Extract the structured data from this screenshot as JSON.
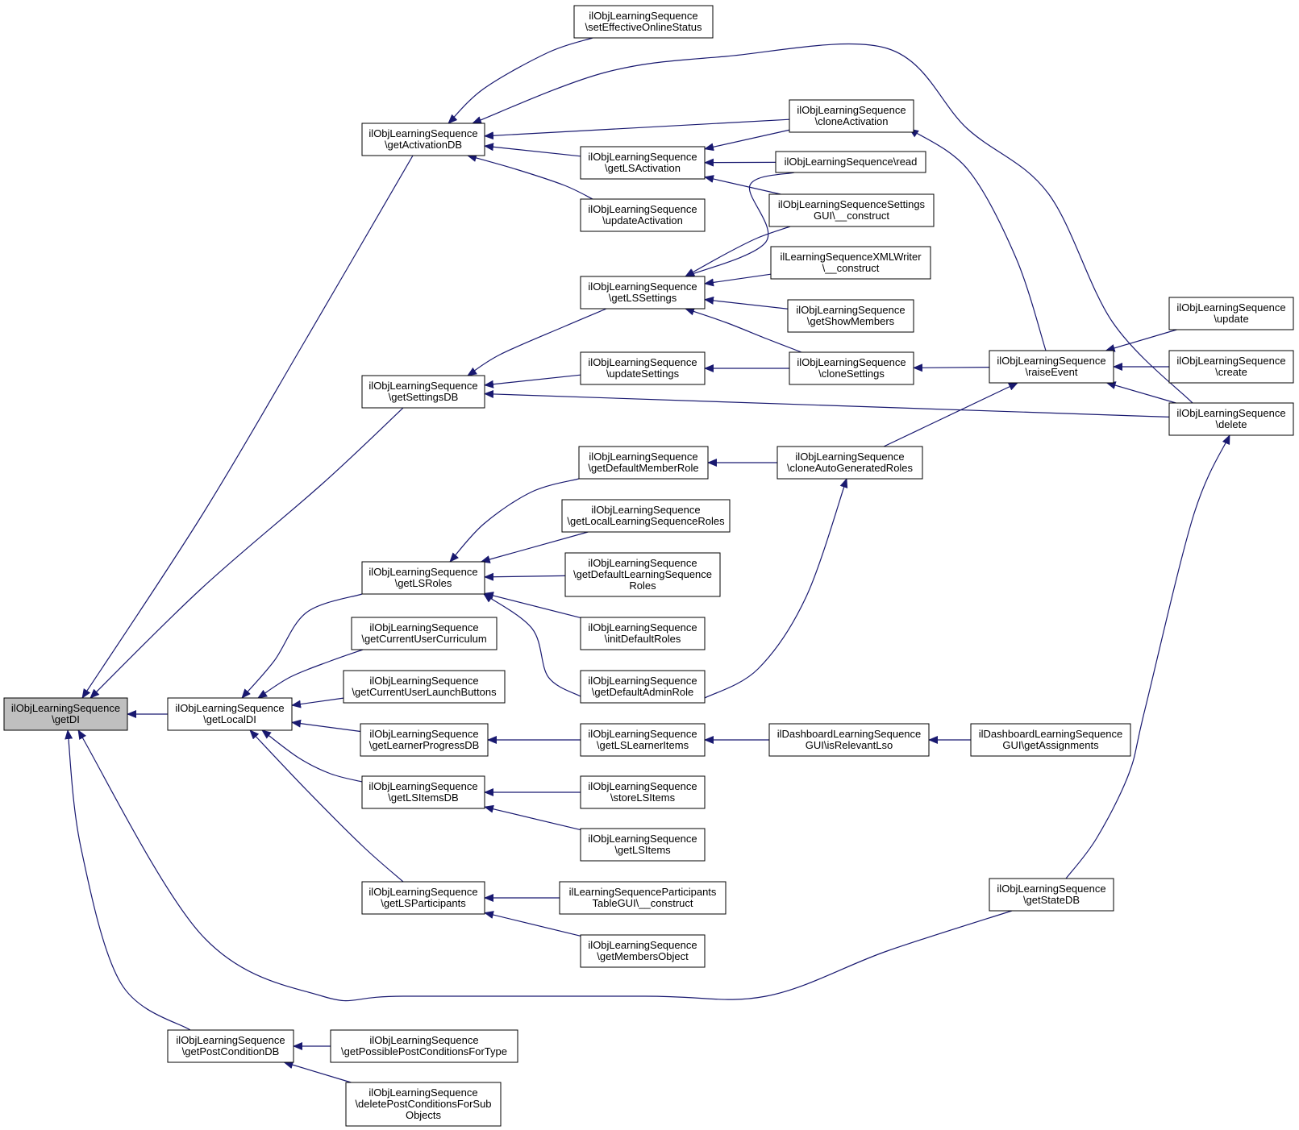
{
  "colors": {
    "edge": "#191970",
    "node_border": "#000000",
    "node_fill": "#ffffff",
    "root_fill": "#bfbfbf",
    "text": "#000000",
    "background": "#ffffff"
  },
  "nodes": [
    {
      "id": "getDI",
      "lines": [
        "ilObjLearningSequence",
        "\\getDI"
      ],
      "root": true
    },
    {
      "id": "getActivationDB",
      "lines": [
        "ilObjLearningSequence",
        "\\getActivationDB"
      ]
    },
    {
      "id": "getSettingsDB",
      "lines": [
        "ilObjLearningSequence",
        "\\getSettingsDB"
      ]
    },
    {
      "id": "getLocalDI",
      "lines": [
        "ilObjLearningSequence",
        "\\getLocalDI"
      ]
    },
    {
      "id": "getPostConditionDB",
      "lines": [
        "ilObjLearningSequence",
        "\\getPostConditionDB"
      ]
    },
    {
      "id": "getStateDB",
      "lines": [
        "ilObjLearningSequence",
        "\\getStateDB"
      ]
    },
    {
      "id": "setEffectiveOnlineStatus",
      "lines": [
        "ilObjLearningSequence",
        "\\setEffectiveOnlineStatus"
      ]
    },
    {
      "id": "cloneActivation",
      "lines": [
        "ilObjLearningSequence",
        "\\cloneActivation"
      ]
    },
    {
      "id": "getLSActivation",
      "lines": [
        "ilObjLearningSequence",
        "\\getLSActivation"
      ]
    },
    {
      "id": "updateActivation",
      "lines": [
        "ilObjLearningSequence",
        "\\updateActivation"
      ]
    },
    {
      "id": "read",
      "lines": [
        "ilObjLearningSequence\\read"
      ]
    },
    {
      "id": "settingsGUIConstruct",
      "lines": [
        "ilObjLearningSequenceSettings",
        "GUI\\__construct"
      ]
    },
    {
      "id": "getLSSettings",
      "lines": [
        "ilObjLearningSequence",
        "\\getLSSettings"
      ]
    },
    {
      "id": "xmlWriterConstruct",
      "lines": [
        "ilLearningSequenceXMLWriter",
        "\\__construct"
      ]
    },
    {
      "id": "getShowMembers",
      "lines": [
        "ilObjLearningSequence",
        "\\getShowMembers"
      ]
    },
    {
      "id": "updateSettings",
      "lines": [
        "ilObjLearningSequence",
        "\\updateSettings"
      ]
    },
    {
      "id": "cloneSettings",
      "lines": [
        "ilObjLearningSequence",
        "\\cloneSettings"
      ]
    },
    {
      "id": "raiseEvent",
      "lines": [
        "ilObjLearningSequence",
        "\\raiseEvent"
      ]
    },
    {
      "id": "update",
      "lines": [
        "ilObjLearningSequence",
        "\\update"
      ]
    },
    {
      "id": "create",
      "lines": [
        "ilObjLearningSequence",
        "\\create"
      ]
    },
    {
      "id": "delete",
      "lines": [
        "ilObjLearningSequence",
        "\\delete"
      ]
    },
    {
      "id": "getDefaultMemberRole",
      "lines": [
        "ilObjLearningSequence",
        "\\getDefaultMemberRole"
      ]
    },
    {
      "id": "cloneAutoGeneratedRoles",
      "lines": [
        "ilObjLearningSequence",
        "\\cloneAutoGeneratedRoles"
      ]
    },
    {
      "id": "getLocalLearningSequenceRoles",
      "lines": [
        "ilObjLearningSequence",
        "\\getLocalLearningSequenceRoles"
      ]
    },
    {
      "id": "getLSRoles",
      "lines": [
        "ilObjLearningSequence",
        "\\getLSRoles"
      ]
    },
    {
      "id": "getDefaultLearningSequenceRoles",
      "lines": [
        "ilObjLearningSequence",
        "\\getDefaultLearningSequence",
        "Roles"
      ]
    },
    {
      "id": "initDefaultRoles",
      "lines": [
        "ilObjLearningSequence",
        "\\initDefaultRoles"
      ]
    },
    {
      "id": "getCurrentUserCurriculum",
      "lines": [
        "ilObjLearningSequence",
        "\\getCurrentUserCurriculum"
      ]
    },
    {
      "id": "getCurrentUserLaunchButtons",
      "lines": [
        "ilObjLearningSequence",
        "\\getCurrentUserLaunchButtons"
      ]
    },
    {
      "id": "getDefaultAdminRole",
      "lines": [
        "ilObjLearningSequence",
        "\\getDefaultAdminRole"
      ]
    },
    {
      "id": "getLearnerProgressDB",
      "lines": [
        "ilObjLearningSequence",
        "\\getLearnerProgressDB"
      ]
    },
    {
      "id": "getLSLearnerItems",
      "lines": [
        "ilObjLearningSequence",
        "\\getLSLearnerItems"
      ]
    },
    {
      "id": "isRelevantLso",
      "lines": [
        "ilDashboardLearningSequence",
        "GUI\\isRelevantLso"
      ]
    },
    {
      "id": "getAssignments",
      "lines": [
        "ilDashboardLearningSequence",
        "GUI\\getAssignments"
      ]
    },
    {
      "id": "getLSItemsDB",
      "lines": [
        "ilObjLearningSequence",
        "\\getLSItemsDB"
      ]
    },
    {
      "id": "storeLSItems",
      "lines": [
        "ilObjLearningSequence",
        "\\storeLSItems"
      ]
    },
    {
      "id": "getLSItems",
      "lines": [
        "ilObjLearningSequence",
        "\\getLSItems"
      ]
    },
    {
      "id": "getLSParticipants",
      "lines": [
        "ilObjLearningSequence",
        "\\getLSParticipants"
      ]
    },
    {
      "id": "participantsTableGUIConstruct",
      "lines": [
        "ilLearningSequenceParticipants",
        "TableGUI\\__construct"
      ]
    },
    {
      "id": "getMembersObject",
      "lines": [
        "ilObjLearningSequence",
        "\\getMembersObject"
      ]
    },
    {
      "id": "getPossiblePostConditionsForType",
      "lines": [
        "ilObjLearningSequence",
        "\\getPossiblePostConditionsForType"
      ]
    },
    {
      "id": "deletePostConditionsForSubObjects",
      "lines": [
        "ilObjLearningSequence",
        "\\deletePostConditionsForSub",
        "Objects"
      ]
    }
  ]
}
